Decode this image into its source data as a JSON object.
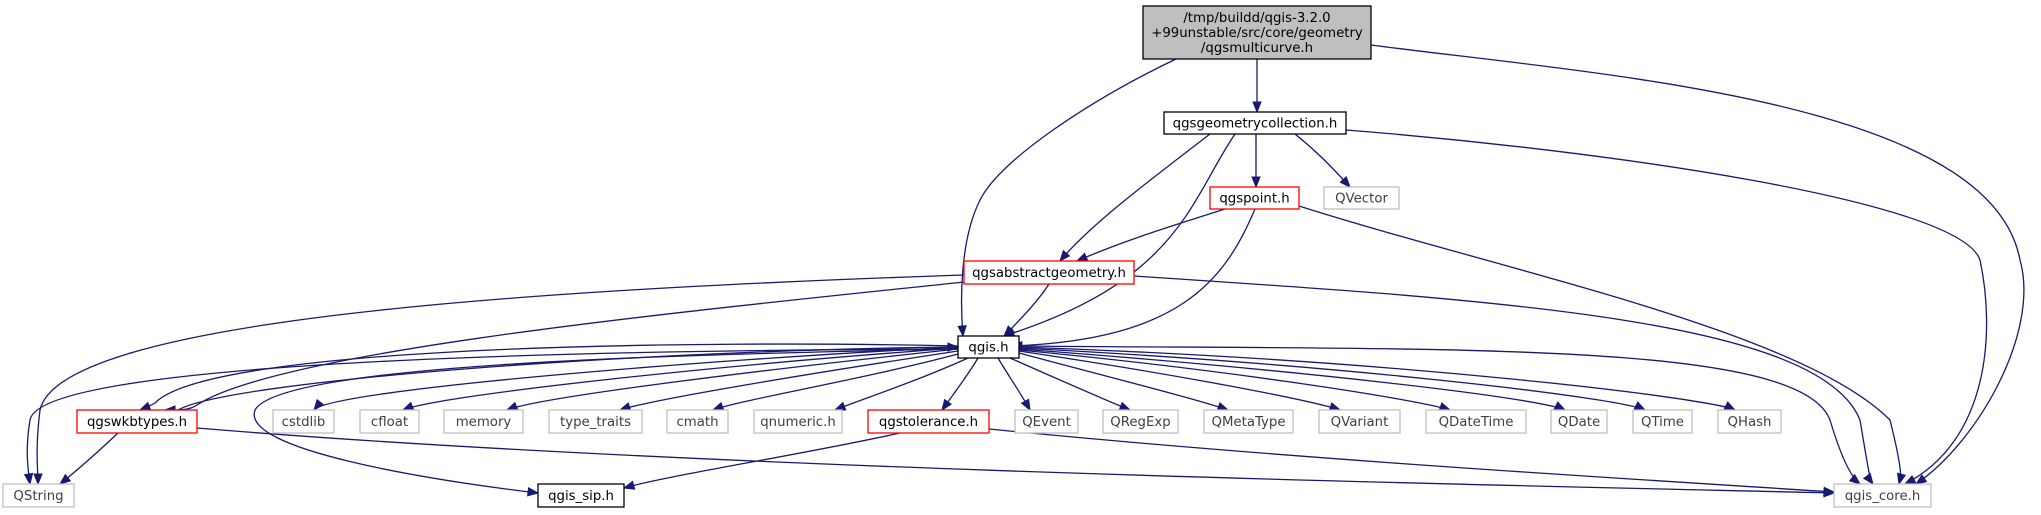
{
  "diagram": {
    "nodes": [
      {
        "id": "root",
        "lines": [
          "/tmp/buildd/qgis-3.2.0",
          "+99unstable/src/core/geometry",
          "/qgsmulticurve.h"
        ],
        "style": "root"
      },
      {
        "id": "geomcoll",
        "lines": [
          "qgsgeometrycollection.h"
        ],
        "style": "normal"
      },
      {
        "id": "point",
        "lines": [
          "qgspoint.h"
        ],
        "style": "red"
      },
      {
        "id": "qvector",
        "lines": [
          "QVector"
        ],
        "style": "gray"
      },
      {
        "id": "absgeom",
        "lines": [
          "qgsabstractgeometry.h"
        ],
        "style": "red"
      },
      {
        "id": "qgis",
        "lines": [
          "qgis.h"
        ],
        "style": "normal"
      },
      {
        "id": "wkbtypes",
        "lines": [
          "qgswkbtypes.h"
        ],
        "style": "red"
      },
      {
        "id": "cstdlib",
        "lines": [
          "cstdlib"
        ],
        "style": "gray"
      },
      {
        "id": "cfloat",
        "lines": [
          "cfloat"
        ],
        "style": "gray"
      },
      {
        "id": "memory",
        "lines": [
          "memory"
        ],
        "style": "gray"
      },
      {
        "id": "type_traits",
        "lines": [
          "type_traits"
        ],
        "style": "gray"
      },
      {
        "id": "cmath",
        "lines": [
          "cmath"
        ],
        "style": "gray"
      },
      {
        "id": "qnumeric",
        "lines": [
          "qnumeric.h"
        ],
        "style": "gray"
      },
      {
        "id": "tolerance",
        "lines": [
          "qgstolerance.h"
        ],
        "style": "red"
      },
      {
        "id": "qevent",
        "lines": [
          "QEvent"
        ],
        "style": "gray"
      },
      {
        "id": "qregexp",
        "lines": [
          "QRegExp"
        ],
        "style": "gray"
      },
      {
        "id": "qmetatype",
        "lines": [
          "QMetaType"
        ],
        "style": "gray"
      },
      {
        "id": "qvariant",
        "lines": [
          "QVariant"
        ],
        "style": "gray"
      },
      {
        "id": "qdatetime",
        "lines": [
          "QDateTime"
        ],
        "style": "gray"
      },
      {
        "id": "qdate",
        "lines": [
          "QDate"
        ],
        "style": "gray"
      },
      {
        "id": "qtime",
        "lines": [
          "QTime"
        ],
        "style": "gray"
      },
      {
        "id": "qhash",
        "lines": [
          "QHash"
        ],
        "style": "gray"
      },
      {
        "id": "qstring",
        "lines": [
          "QString"
        ],
        "style": "gray"
      },
      {
        "id": "qgis_sip",
        "lines": [
          "qgis_sip.h"
        ],
        "style": "normal"
      },
      {
        "id": "qgis_core",
        "lines": [
          "qgis_core.h"
        ],
        "style": "gray"
      }
    ],
    "edges": [
      [
        "root",
        "geomcoll"
      ],
      [
        "root",
        "qgis"
      ],
      [
        "root",
        "qgis_core"
      ],
      [
        "geomcoll",
        "absgeom"
      ],
      [
        "geomcoll",
        "qgis"
      ],
      [
        "geomcoll",
        "point"
      ],
      [
        "geomcoll",
        "qvector"
      ],
      [
        "geomcoll",
        "qgis_core"
      ],
      [
        "point",
        "absgeom"
      ],
      [
        "point",
        "qgis"
      ],
      [
        "point",
        "qgis_core"
      ],
      [
        "absgeom",
        "qgis"
      ],
      [
        "absgeom",
        "qgis_core"
      ],
      [
        "absgeom",
        "wkbtypes"
      ],
      [
        "absgeom",
        "qstring"
      ],
      [
        "qgis",
        "wkbtypes"
      ],
      [
        "qgis",
        "cstdlib"
      ],
      [
        "qgis",
        "cfloat"
      ],
      [
        "qgis",
        "memory"
      ],
      [
        "qgis",
        "type_traits"
      ],
      [
        "qgis",
        "cmath"
      ],
      [
        "qgis",
        "qnumeric"
      ],
      [
        "qgis",
        "tolerance"
      ],
      [
        "qgis",
        "qevent"
      ],
      [
        "qgis",
        "qregexp"
      ],
      [
        "qgis",
        "qmetatype"
      ],
      [
        "qgis",
        "qvariant"
      ],
      [
        "qgis",
        "qdatetime"
      ],
      [
        "qgis",
        "qdate"
      ],
      [
        "qgis",
        "qtime"
      ],
      [
        "qgis",
        "qhash"
      ],
      [
        "qgis",
        "qstring"
      ],
      [
        "qgis",
        "qgis_sip"
      ],
      [
        "qgis",
        "qgis_core"
      ],
      [
        "wkbtypes",
        "qgis"
      ],
      [
        "wkbtypes",
        "qstring"
      ],
      [
        "wkbtypes",
        "qgis_core"
      ],
      [
        "tolerance",
        "qgis_sip"
      ],
      [
        "tolerance",
        "qgis_core"
      ]
    ],
    "colors": {
      "edge": "#191970",
      "root_fill": "#bfbfbf",
      "normal_border": "#000000",
      "red_border": "#ff0000",
      "gray_border": "#bfbfbf",
      "gray_text": "#404040"
    }
  }
}
